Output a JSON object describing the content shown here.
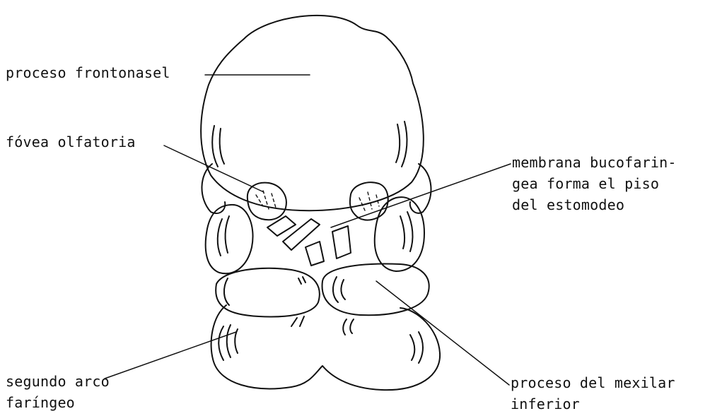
{
  "labels": {
    "frontonasal": [
      "proceso frontonasel"
    ],
    "fovea": [
      "fóvea olfatoria"
    ],
    "membrana": [
      "membrana bucofarin-",
      "gea forma el piso",
      "del estomodeo"
    ],
    "segundo_arco": [
      "segundo arco",
      "faríngeo"
    ],
    "mexilar": [
      "proceso del mexilar",
      "inferior"
    ]
  }
}
